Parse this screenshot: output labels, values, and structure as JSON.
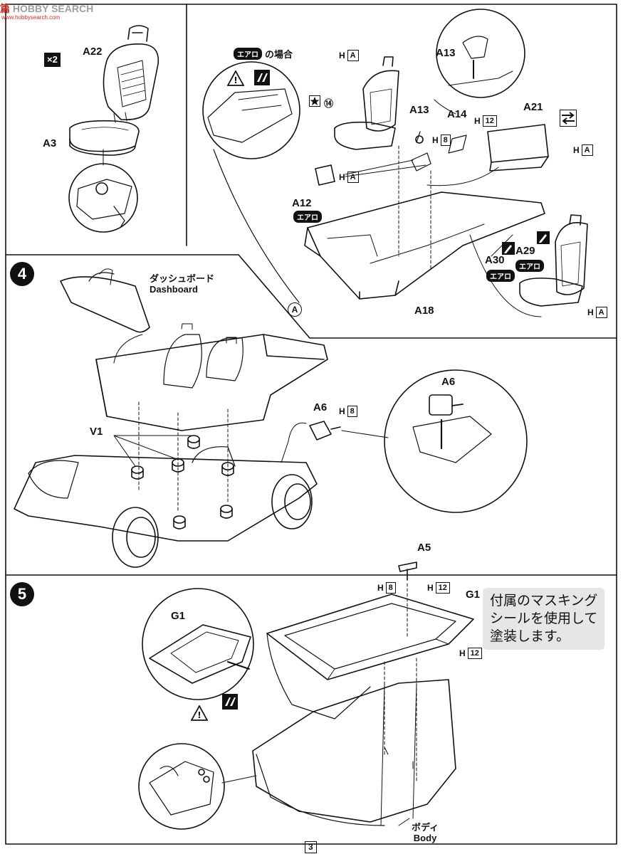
{
  "watermark": {
    "brand_cn": "篇",
    "brand_en": "HOBBY SEARCH",
    "url": "www.hobbysearch.com"
  },
  "page_number": "3",
  "step3": {
    "multiplier": "×2",
    "labels": {
      "a22": "A22",
      "a3": "A3"
    }
  },
  "aero": {
    "condition_pill": "エアロ",
    "condition_suffix": "の場合",
    "star_ref": "⑭",
    "labels": {
      "a13_top": "A13",
      "a13": "A13",
      "a14": "A14",
      "a21": "A21",
      "a12": "A12",
      "a12_pill": "エアロ",
      "a30": "A30",
      "a30_pill": "エアロ",
      "a29": "A29",
      "a29_pill": "エアロ",
      "a18": "A18",
      "circle_a": "A"
    },
    "colors": [
      {
        "letter": "H",
        "code": "A"
      },
      {
        "letter": "H",
        "code": "8"
      },
      {
        "letter": "H",
        "code": "12"
      },
      {
        "letter": "H",
        "code": "A"
      },
      {
        "letter": "H",
        "code": "A"
      },
      {
        "letter": "H",
        "code": "A"
      }
    ]
  },
  "step4": {
    "number": "4",
    "dashboard_jp": "ダッシュボード",
    "dashboard_en": "Dashboard",
    "v1": "V1",
    "a6": "A6",
    "a6_zoom": "A6",
    "color_letter": "H",
    "color_code": "8"
  },
  "step5": {
    "number": "5",
    "a5": "A5",
    "g1": "G1",
    "g1_zoom": "G1",
    "colors": [
      {
        "letter": "H",
        "code": "8"
      },
      {
        "letter": "H",
        "code": "12"
      },
      {
        "letter": "H",
        "code": "12"
      }
    ],
    "note": [
      "付属のマスキング",
      "シールを使用して",
      "塗装します。"
    ],
    "body_jp": "ボディ",
    "body_en": "Body"
  },
  "icons": [
    "warning-icon",
    "cutter-icon",
    "pen-icon",
    "swap-arrows-icon",
    "star-icon"
  ]
}
